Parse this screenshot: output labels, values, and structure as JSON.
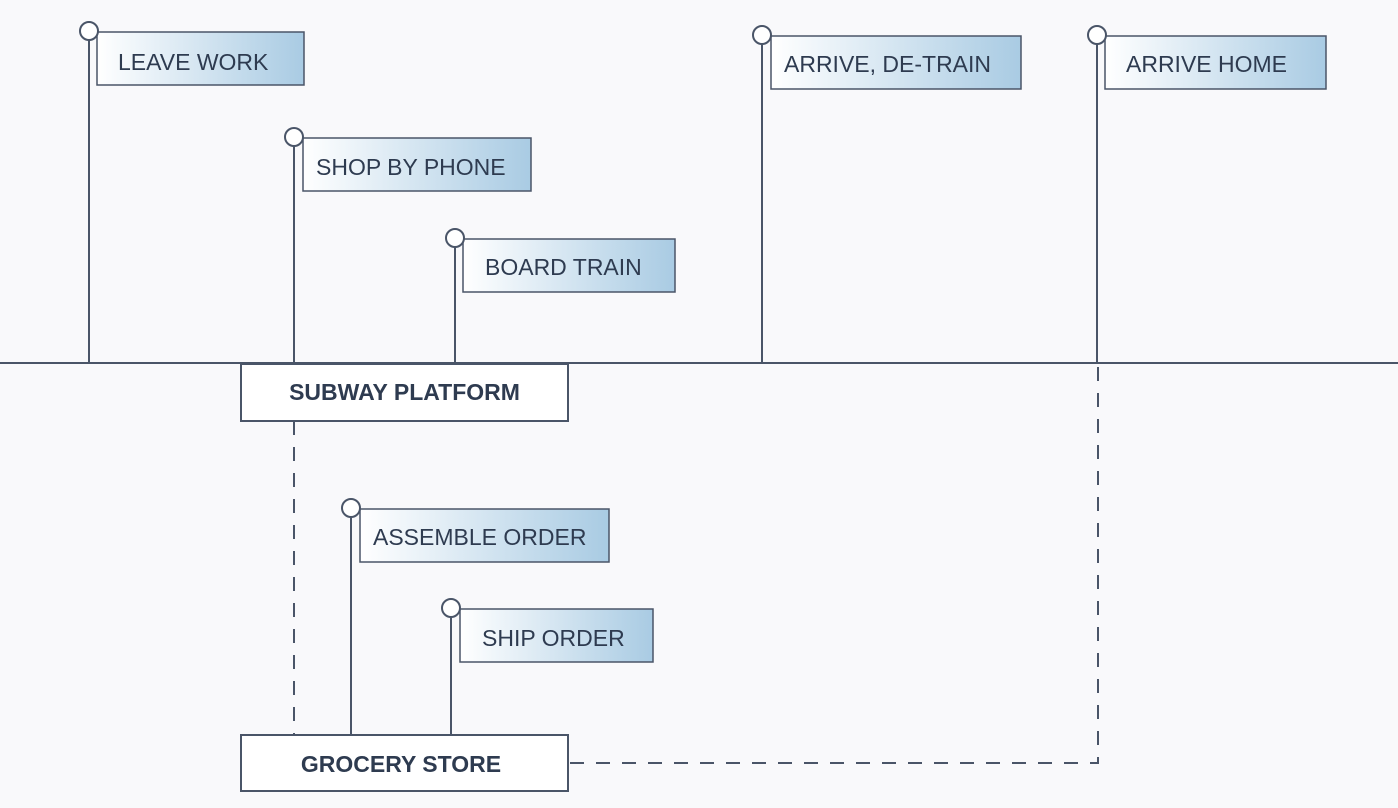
{
  "colors": {
    "background": "#f9f9fb",
    "line": "#4a5568",
    "text": "#2e3b50",
    "flag_gradient_start": "#ffffff",
    "flag_gradient_end": "#a9cbe3",
    "location_box_fill": "#ffffff"
  },
  "events": [
    {
      "id": "leave-work",
      "label": "LEAVE WORK"
    },
    {
      "id": "shop-by-phone",
      "label": "SHOP BY PHONE"
    },
    {
      "id": "board-train",
      "label": "BOARD TRAIN"
    },
    {
      "id": "arrive-de-train",
      "label": "ARRIVE, DE-TRAIN"
    },
    {
      "id": "arrive-home",
      "label": "ARRIVE HOME"
    },
    {
      "id": "assemble-order",
      "label": "ASSEMBLE ORDER"
    },
    {
      "id": "ship-order",
      "label": "SHIP ORDER"
    }
  ],
  "locations": [
    {
      "id": "subway-platform",
      "label": "SUBWAY PLATFORM"
    },
    {
      "id": "grocery-store",
      "label": "GROCERY STORE"
    }
  ]
}
